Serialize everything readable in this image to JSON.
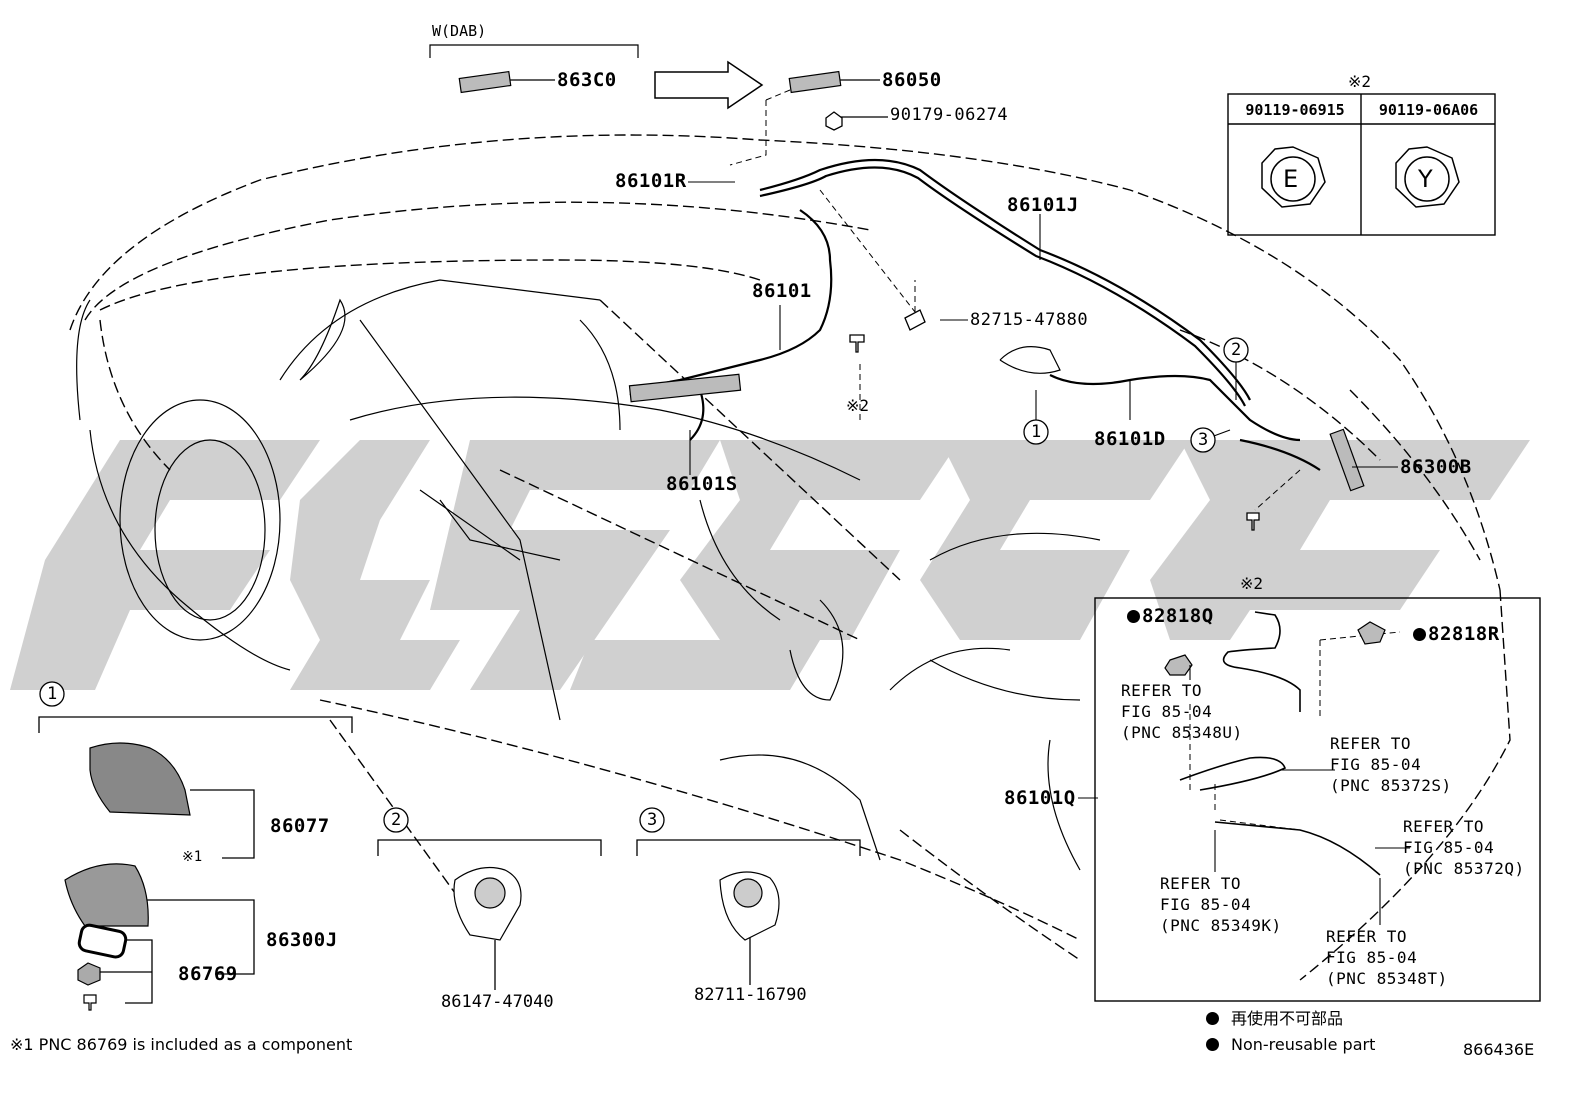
{
  "diagram_id": "866436E",
  "watermark_color": "#c8c8c8",
  "parts": {
    "p863C0": "863C0",
    "p86050": "86050",
    "p90179": "90179-06274",
    "p86101R": "86101R",
    "p86101J": "86101J",
    "p86101": "86101",
    "p82715": "82715-47880",
    "p86101D": "86101D",
    "p86101S": "86101S",
    "p86300B": "86300B",
    "p86101Q": "86101Q",
    "p82818Q": "82818Q",
    "p82818R": "82818R",
    "p86077": "86077",
    "p86300J": "86300J",
    "p86769": "86769",
    "p86147": "86147-47040",
    "p82711": "82711-16790"
  },
  "variant_label": "W(DAB)",
  "note_marks": {
    "kome2": "※2",
    "kome1": "※1"
  },
  "bolt_table": {
    "header_mark": "※2",
    "col1": "90119-06915",
    "col2": "90119-06A06",
    "icon1_letter": "E",
    "icon2_letter": "Y"
  },
  "callouts": {
    "c1": "1",
    "c2": "2",
    "c3": "3"
  },
  "refers": {
    "r1": "REFER TO\nFIG 85-04\n(PNC 85348U)",
    "r2": "REFER TO\nFIG 85-04\n(PNC 85372S)",
    "r3": "REFER TO\nFIG 85-04\n(PNC 85372Q)",
    "r4": "REFER TO\nFIG 85-04\n(PNC 85349K)",
    "r5": "REFER TO\nFIG 85-04\n(PNC 85348T)"
  },
  "legend": {
    "jp": "再使用不可部品",
    "en": "Non-reusable part"
  },
  "footnote": "※1 PNC 86769 is included as a component"
}
